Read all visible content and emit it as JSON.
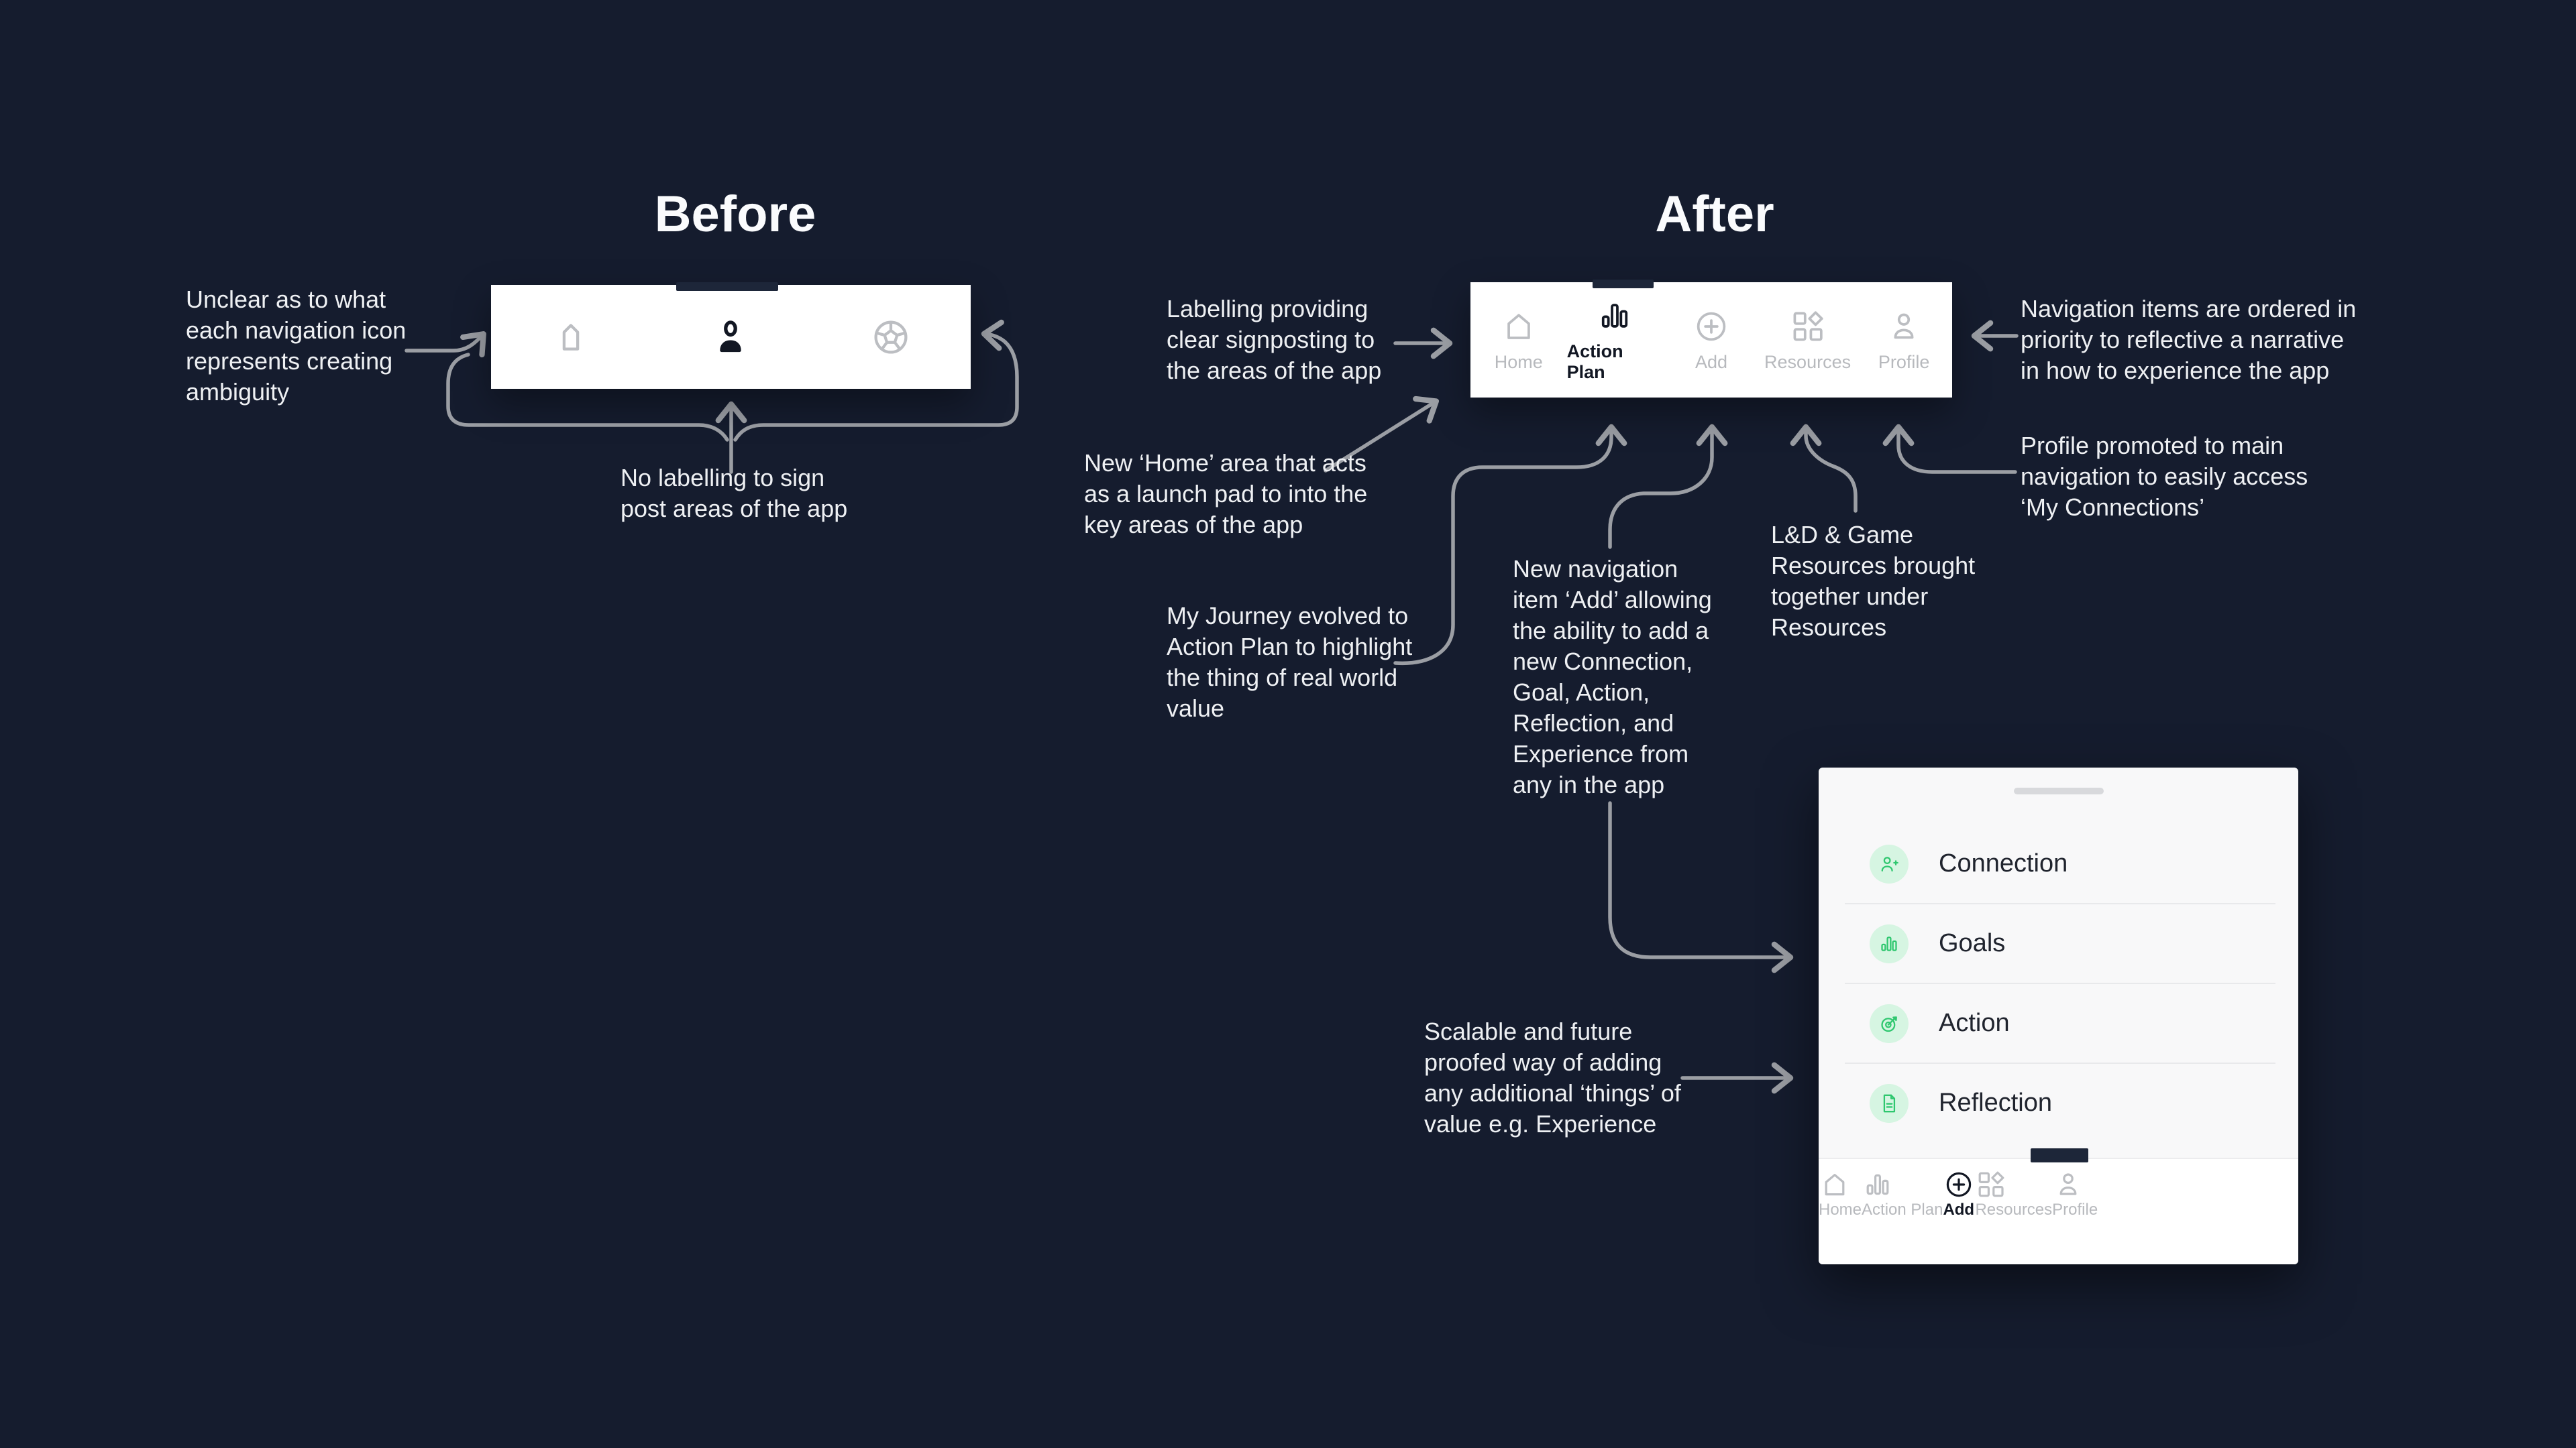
{
  "titles": {
    "before": "Before",
    "after": "After"
  },
  "before_bar": {
    "items": [
      {
        "icon": "home",
        "active": false
      },
      {
        "icon": "profile",
        "active": true
      },
      {
        "icon": "ball",
        "active": false
      }
    ]
  },
  "after_bar": {
    "items": [
      {
        "label": "Home",
        "icon": "home",
        "active": false
      },
      {
        "label": "Action Plan",
        "icon": "bar-chart",
        "active": true
      },
      {
        "label": "Add",
        "icon": "plus-circle",
        "active": false
      },
      {
        "label": "Resources",
        "icon": "grid",
        "active": false
      },
      {
        "label": "Profile",
        "icon": "person",
        "active": false
      }
    ]
  },
  "annotations": {
    "unclear": "Unclear as to what\neach navigation icon\nrepresents creating\nambiguity",
    "no_labelling": "No labelling to sign\npost areas of the app",
    "labelling": "Labelling providing\nclear signposting to\nthe areas of the app",
    "ordered": "Navigation items are ordered in\npriority to reflective a narrative\nin how to experience the app",
    "new_home": "New ‘Home’ area that acts\nas a launch pad to into the\nkey areas of the app",
    "profile_promoted": "Profile promoted to main\nnavigation to easily access\n‘My Connections’",
    "ld_game": "L&D & Game\nResources brought\ntogether under\nResources",
    "my_journey": "My Journey evolved to\nAction Plan to highlight\nthe thing of real world\nvalue",
    "new_nav_add": "New navigation\nitem ‘Add’ allowing\nthe ability to add a\nnew Connection,\nGoal, Action,\nReflection, and\nExperience from\nany in the app",
    "scalable": "Scalable and future\nproofed way of adding\nany additional ‘things’ of\nvalue e.g. Experience"
  },
  "modal": {
    "sheet_items": [
      {
        "label": "Connection",
        "icon": "person-plus"
      },
      {
        "label": "Goals",
        "icon": "bar-chart"
      },
      {
        "label": "Action",
        "icon": "target"
      },
      {
        "label": "Reflection",
        "icon": "document"
      }
    ],
    "nav_items": [
      {
        "label": "Home",
        "icon": "home",
        "active": false
      },
      {
        "label": "Action Plan",
        "icon": "bar-chart",
        "active": false
      },
      {
        "label": "Add",
        "icon": "plus-circle",
        "active": true
      },
      {
        "label": "Resources",
        "icon": "grid",
        "active": false
      },
      {
        "label": "Profile",
        "icon": "person",
        "active": false
      }
    ]
  },
  "colors": {
    "background": "#151c2e",
    "bar_white": "#ffffff",
    "indicator_navy": "#1d2639",
    "arrow_gray": "#9b9ea4",
    "inactive_gray": "#b7b9bd",
    "active_dark": "#121723",
    "accent_green": "#2fc76f",
    "green_circle_bg": "#d6f5e2"
  }
}
